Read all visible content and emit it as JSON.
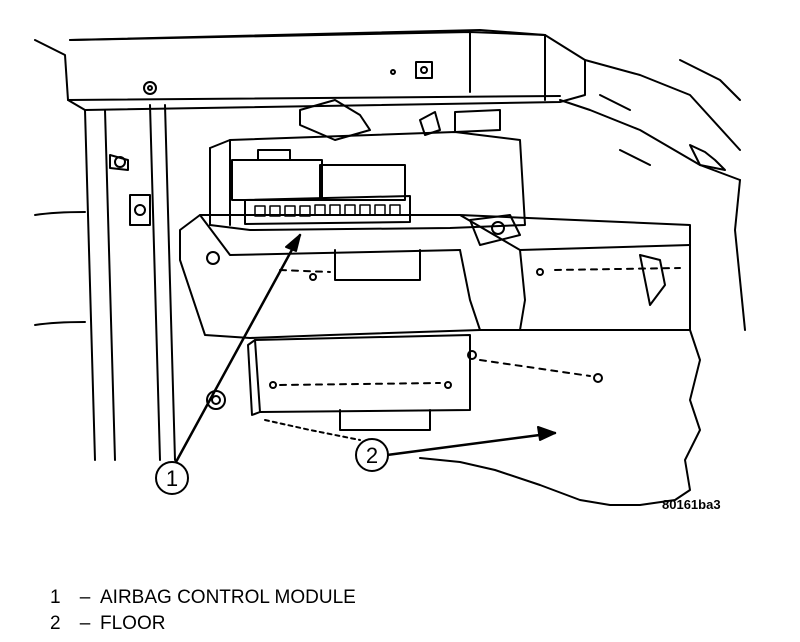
{
  "callouts": [
    {
      "number": "1"
    },
    {
      "number": "2"
    }
  ],
  "figure_code": "80161ba3",
  "legend": [
    {
      "number": "1",
      "separator": "–",
      "label": "AIRBAG CONTROL MODULE"
    },
    {
      "number": "2",
      "separator": "–",
      "label": "FLOOR"
    }
  ]
}
